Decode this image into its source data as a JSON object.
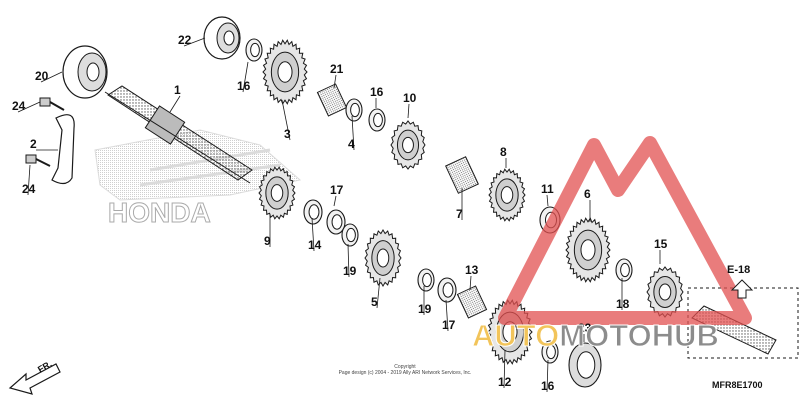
{
  "callouts": [
    {
      "n": "1",
      "id": "1"
    },
    {
      "n": "2",
      "id": "2"
    },
    {
      "n": "3",
      "id": "3"
    },
    {
      "n": "4",
      "id": "4"
    },
    {
      "n": "5",
      "id": "5"
    },
    {
      "n": "6",
      "id": "6"
    },
    {
      "n": "7",
      "id": "7"
    },
    {
      "n": "8",
      "id": "8"
    },
    {
      "n": "9",
      "id": "9"
    },
    {
      "n": "10",
      "id": "10"
    },
    {
      "n": "11",
      "id": "11"
    },
    {
      "n": "12",
      "id": "12"
    },
    {
      "n": "13",
      "id": "13"
    },
    {
      "n": "14",
      "id": "14"
    },
    {
      "n": "15",
      "id": "15"
    },
    {
      "n": "16",
      "id": "16a"
    },
    {
      "n": "16",
      "id": "16b"
    },
    {
      "n": "16",
      "id": "16c"
    },
    {
      "n": "17",
      "id": "17a"
    },
    {
      "n": "17",
      "id": "17b"
    },
    {
      "n": "18",
      "id": "18"
    },
    {
      "n": "19",
      "id": "19a"
    },
    {
      "n": "19",
      "id": "19b"
    },
    {
      "n": "20",
      "id": "20"
    },
    {
      "n": "21",
      "id": "21"
    },
    {
      "n": "22",
      "id": "22"
    },
    {
      "n": "23",
      "id": "23"
    },
    {
      "n": "24",
      "id": "24a"
    },
    {
      "n": "24",
      "id": "24b"
    }
  ],
  "reference_label": "E-18",
  "direction_label": "FR.",
  "copyright_lines": [
    "Copyright",
    "Page design (c) 2004 - 2019 Ally ARI Network Services, Inc."
  ],
  "diagram_code": "MFR8E1700",
  "background_brand_text": "HONDA",
  "watermark": {
    "part1": "AUTO",
    "part2": "MOTOHUB"
  },
  "colors": {
    "line": "#1a1a1a",
    "watermark_red": "#e25050",
    "watermark_yellow": "#f2c45a",
    "watermark_gray": "#8c8c8c"
  }
}
